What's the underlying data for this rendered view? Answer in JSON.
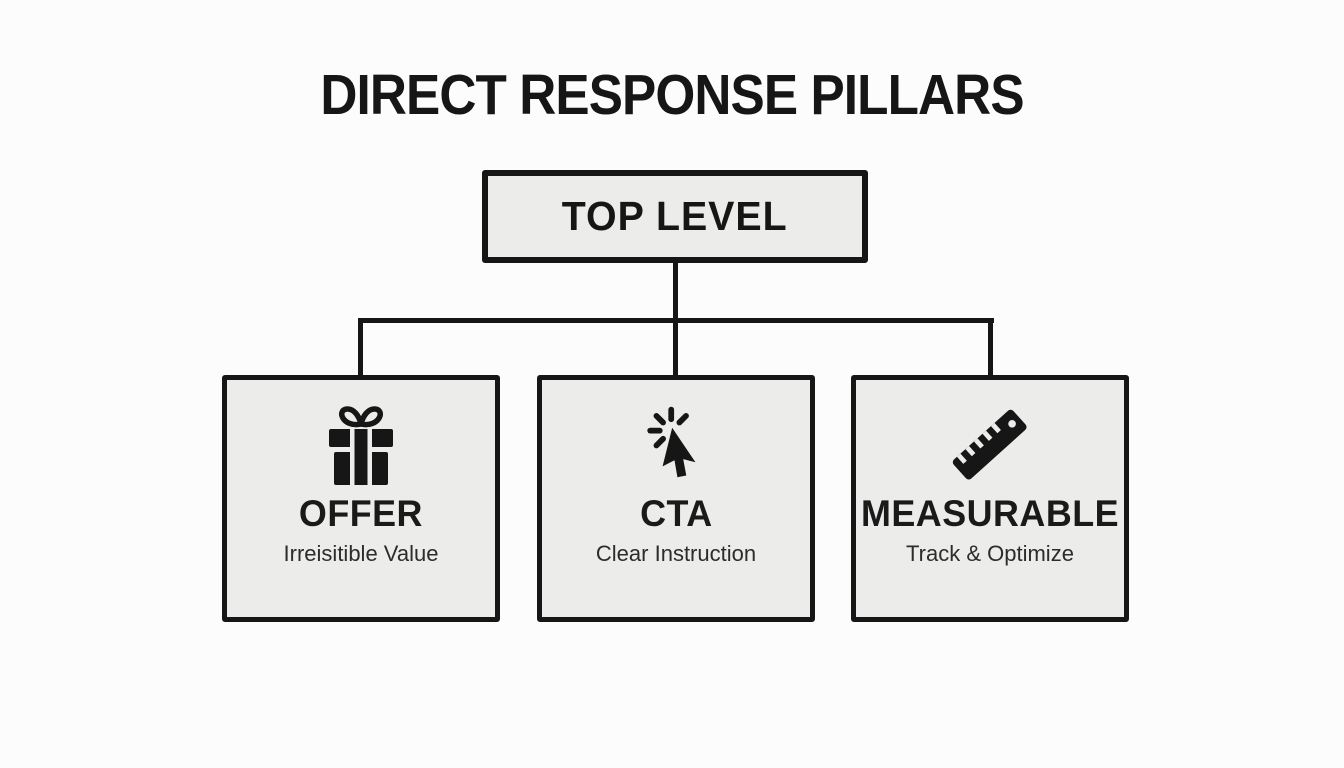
{
  "page": {
    "title": "DIRECT RESPONSE PILLARS"
  },
  "root_node": {
    "label": "TOP LEVEL"
  },
  "pillars": [
    {
      "icon": "gift-icon",
      "label": "OFFER",
      "subtitle": "Irreisitible Value"
    },
    {
      "icon": "cursor-click-icon",
      "label": "CTA",
      "subtitle": "Clear Instruction"
    },
    {
      "icon": "ruler-icon",
      "label": "MEASURABLE",
      "subtitle": "Track & Optimize"
    }
  ],
  "colors": {
    "ink": "#161616",
    "card_background": "#ececeb",
    "page_background": "#fcfcfc"
  }
}
